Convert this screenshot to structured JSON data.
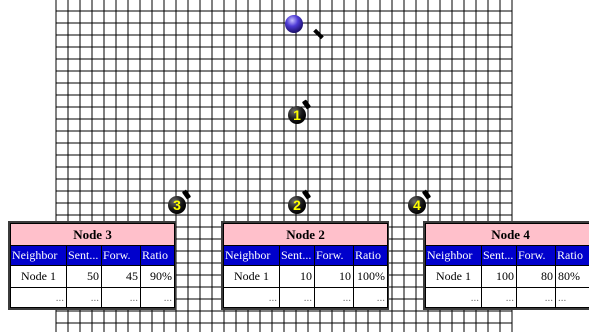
{
  "agent": {
    "icon": "mobile-agent-sphere"
  },
  "nodes": [
    {
      "id": "1",
      "label": "1",
      "icon": "bomb-node-icon"
    },
    {
      "id": "2",
      "label": "2",
      "icon": "bomb-node-icon"
    },
    {
      "id": "3",
      "label": "3",
      "icon": "bomb-node-icon"
    },
    {
      "id": "4",
      "label": "4",
      "icon": "bomb-node-icon"
    }
  ],
  "tables": {
    "columns": [
      "Neighbor",
      "Sent...",
      "Forw.",
      "Ratio"
    ],
    "node3": {
      "title": "Node 3",
      "rows": [
        {
          "neighbor": "Node 1",
          "sent": "50",
          "forwarded": "45",
          "ratio": "90%"
        },
        {
          "neighbor": "...",
          "sent": "...",
          "forwarded": "...",
          "ratio": "..."
        }
      ]
    },
    "node2": {
      "title": "Node 2",
      "rows": [
        {
          "neighbor": "Node 1",
          "sent": "10",
          "forwarded": "10",
          "ratio": "100%"
        },
        {
          "neighbor": "...",
          "sent": "...",
          "forwarded": "...",
          "ratio": "..."
        }
      ]
    },
    "node4": {
      "title": "Node 4",
      "rows": [
        {
          "neighbor": "Node 1",
          "sent": "100",
          "forwarded": "80",
          "ratio": "80%"
        },
        {
          "neighbor": "...",
          "sent": "...",
          "forwarded": "...",
          "ratio": "..."
        }
      ]
    }
  },
  "colors": {
    "grid_line": "#000000",
    "table_title_bg": "#ffc0cb",
    "table_header_bg": "#0000cc",
    "node_label": "#ffff00",
    "agent": "#4e3bd6"
  }
}
